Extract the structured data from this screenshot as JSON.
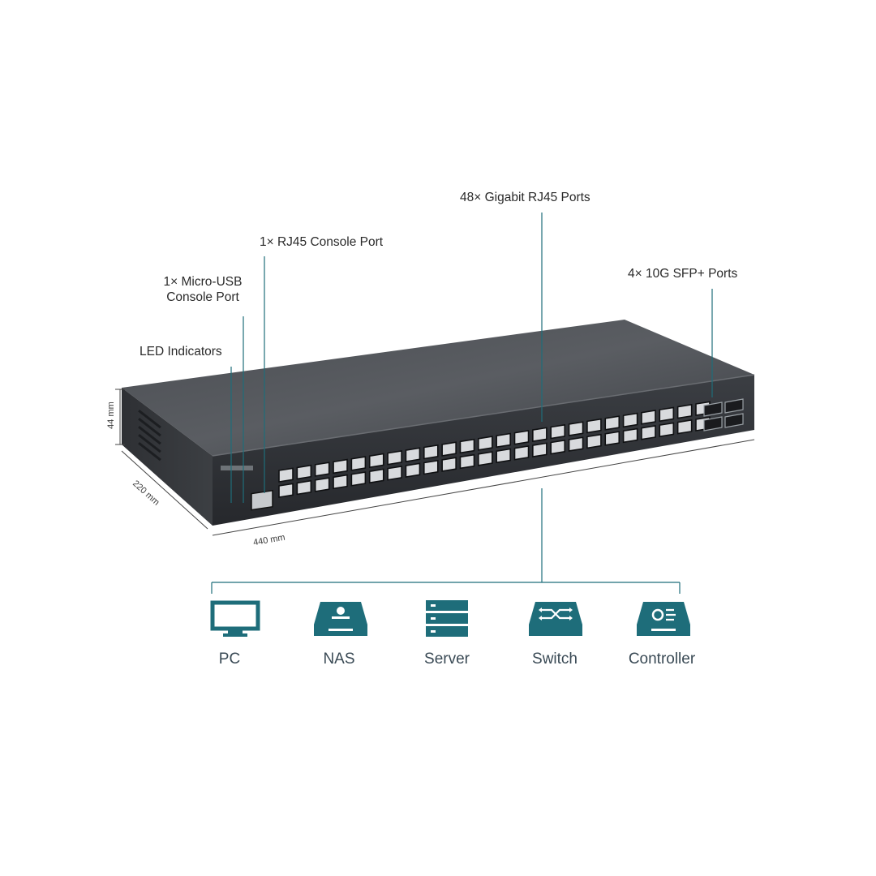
{
  "callouts": {
    "led": "LED Indicators",
    "usb_line1": "1× Micro-USB",
    "usb_line2": "Console Port",
    "rj45_console": "1× RJ45 Console Port",
    "gigabit": "48× Gigabit RJ45 Ports",
    "sfp": "4× 10G SFP+ Ports"
  },
  "dimensions": {
    "height": "44 mm",
    "depth": "220 mm",
    "width": "440 mm"
  },
  "devices": [
    {
      "label": "PC",
      "icon": "monitor-icon"
    },
    {
      "label": "NAS",
      "icon": "nas-icon"
    },
    {
      "label": "Server",
      "icon": "server-icon"
    },
    {
      "label": "Switch",
      "icon": "switch-icon"
    },
    {
      "label": "Controller",
      "icon": "controller-icon"
    }
  ],
  "colors": {
    "accent": "#1e6d7a",
    "leader_line": "#1e6d7a",
    "chassis": "#2f3236",
    "text": "#2a2a2a"
  }
}
